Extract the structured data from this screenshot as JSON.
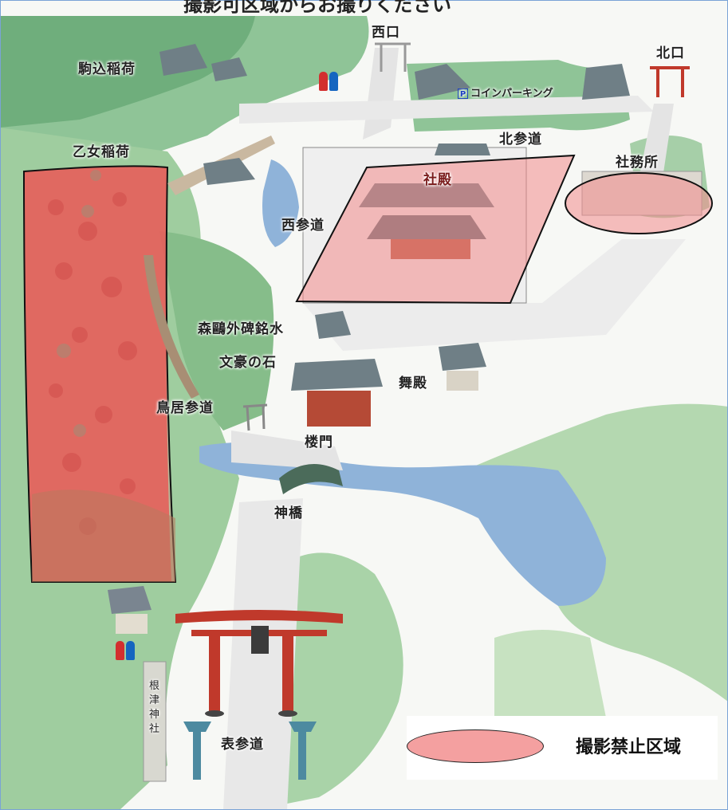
{
  "header": {
    "title": "撮影可区域からお撮りください"
  },
  "labels": {
    "nishiguchi": "西口",
    "kitaguchi": "北口",
    "komagome_inari": "駒込稲荷",
    "otome_inari": "乙女稲荷",
    "coin_parking": "コインパーキング",
    "parking_icon": "P",
    "kita_sando": "北参道",
    "shaden": "社殿",
    "shamusho": "社務所",
    "nishi_sando": "西参道",
    "mori_ogai": "森鷗外碑銘水",
    "bungo_no_ishi": "文豪の石",
    "maidono": "舞殿",
    "torii_sando": "鳥居参道",
    "romon": "楼門",
    "shinkyo": "神橋",
    "omote_sando": "表参道",
    "stone_pillar": "根津神社"
  },
  "legend": {
    "label": "撮影禁止区域",
    "color": "#f4a0a0"
  },
  "colors": {
    "forest": "#8fc497",
    "forest_dark": "#5e9a6a",
    "water": "#8fb3d9",
    "path": "#e6e6e6",
    "torii": "#c0392b",
    "azalea": "#e0413b",
    "restricted": "#f28b8b",
    "roof": "#6f7f86"
  },
  "icons": {
    "toilet_1": "restroom-icon",
    "toilet_2": "restroom-icon",
    "parking": "parking-icon"
  }
}
